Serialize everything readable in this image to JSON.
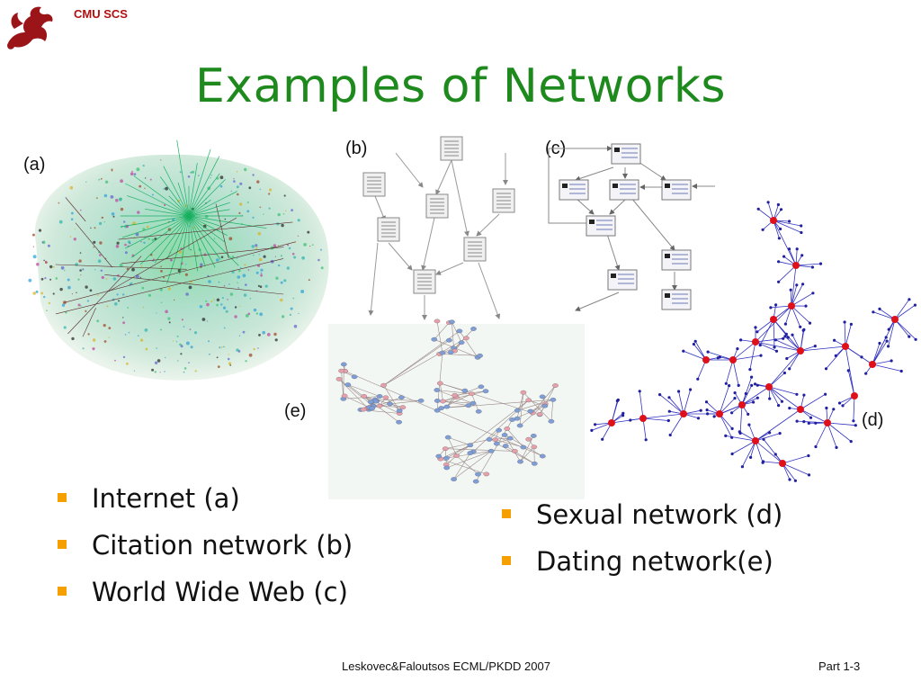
{
  "header": {
    "org_label": "CMU SCS",
    "logo_icon": "dragon-logo-icon"
  },
  "slide": {
    "title": "Examples of Networks"
  },
  "panels": {
    "a": {
      "label": "(a)"
    },
    "b": {
      "label": "(b)"
    },
    "c": {
      "label": "(c)"
    },
    "d": {
      "label": "(d)"
    },
    "e": {
      "label": "(e)"
    }
  },
  "bullets_left": [
    "Internet (a)",
    "Citation network (b)",
    "World Wide Web (c)"
  ],
  "bullets_right": [
    "Sexual network (d)",
    "Dating network(e)"
  ],
  "footer": {
    "center": "Leskovec&Faloutsos ECML/PKDD 2007",
    "right": "Part 1-3"
  },
  "colors": {
    "title": "#1e8a1e",
    "bullet": "#f5a000",
    "org": "#b01010",
    "node_red": "#e0101a",
    "edge_blue": "#3333cc"
  }
}
